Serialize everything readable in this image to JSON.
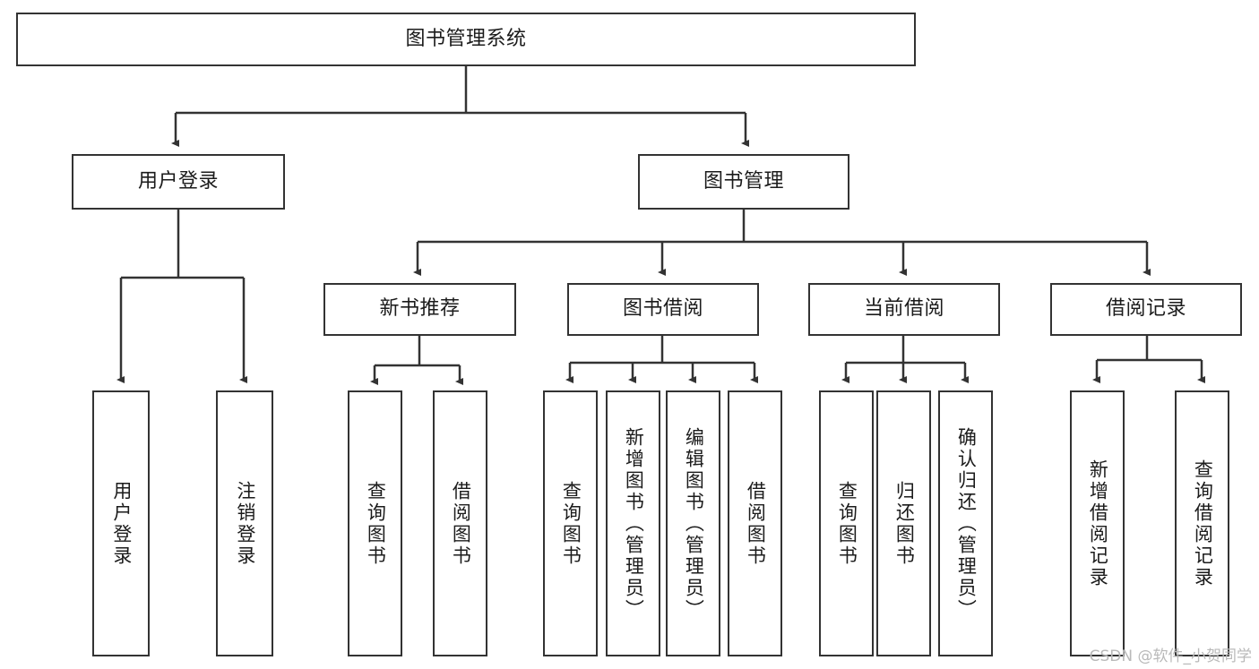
{
  "diagram": {
    "title": "图书管理系统",
    "type": "tree-hierarchy-chart",
    "watermark": "CSDN @软件_小贺同学",
    "colors": {
      "background": "#ffffff",
      "box_border": "#333333",
      "box_fill": "#ffffff",
      "connector": "#333333",
      "text": "#1b1b1b",
      "watermark": "#b9b9b9"
    }
  },
  "nodes": {
    "root": {
      "label": "图书管理系统"
    },
    "level1": [
      {
        "label": "用户登录"
      },
      {
        "label": "图书管理"
      }
    ],
    "level2": [
      {
        "label": "新书推荐"
      },
      {
        "label": "图书借阅"
      },
      {
        "label": "当前借阅"
      },
      {
        "label": "借阅记录"
      }
    ],
    "leaves": {
      "user_login": [
        {
          "label": "用户登录"
        },
        {
          "label": "注销登录"
        }
      ],
      "new_book_recommend": [
        {
          "label": "查询图书"
        },
        {
          "label": "借阅图书"
        }
      ],
      "book_borrow": [
        {
          "label": "查询图书"
        },
        {
          "label": "新增图书（管理员）"
        },
        {
          "label": "编辑图书（管理员）"
        },
        {
          "label": "借阅图书"
        }
      ],
      "current_borrow": [
        {
          "label": "查询图书"
        },
        {
          "label": "归还图书"
        },
        {
          "label": "确认归还（管理员）"
        }
      ],
      "borrow_record": [
        {
          "label": "新增借阅记录"
        },
        {
          "label": "查询借阅记录"
        }
      ]
    }
  }
}
